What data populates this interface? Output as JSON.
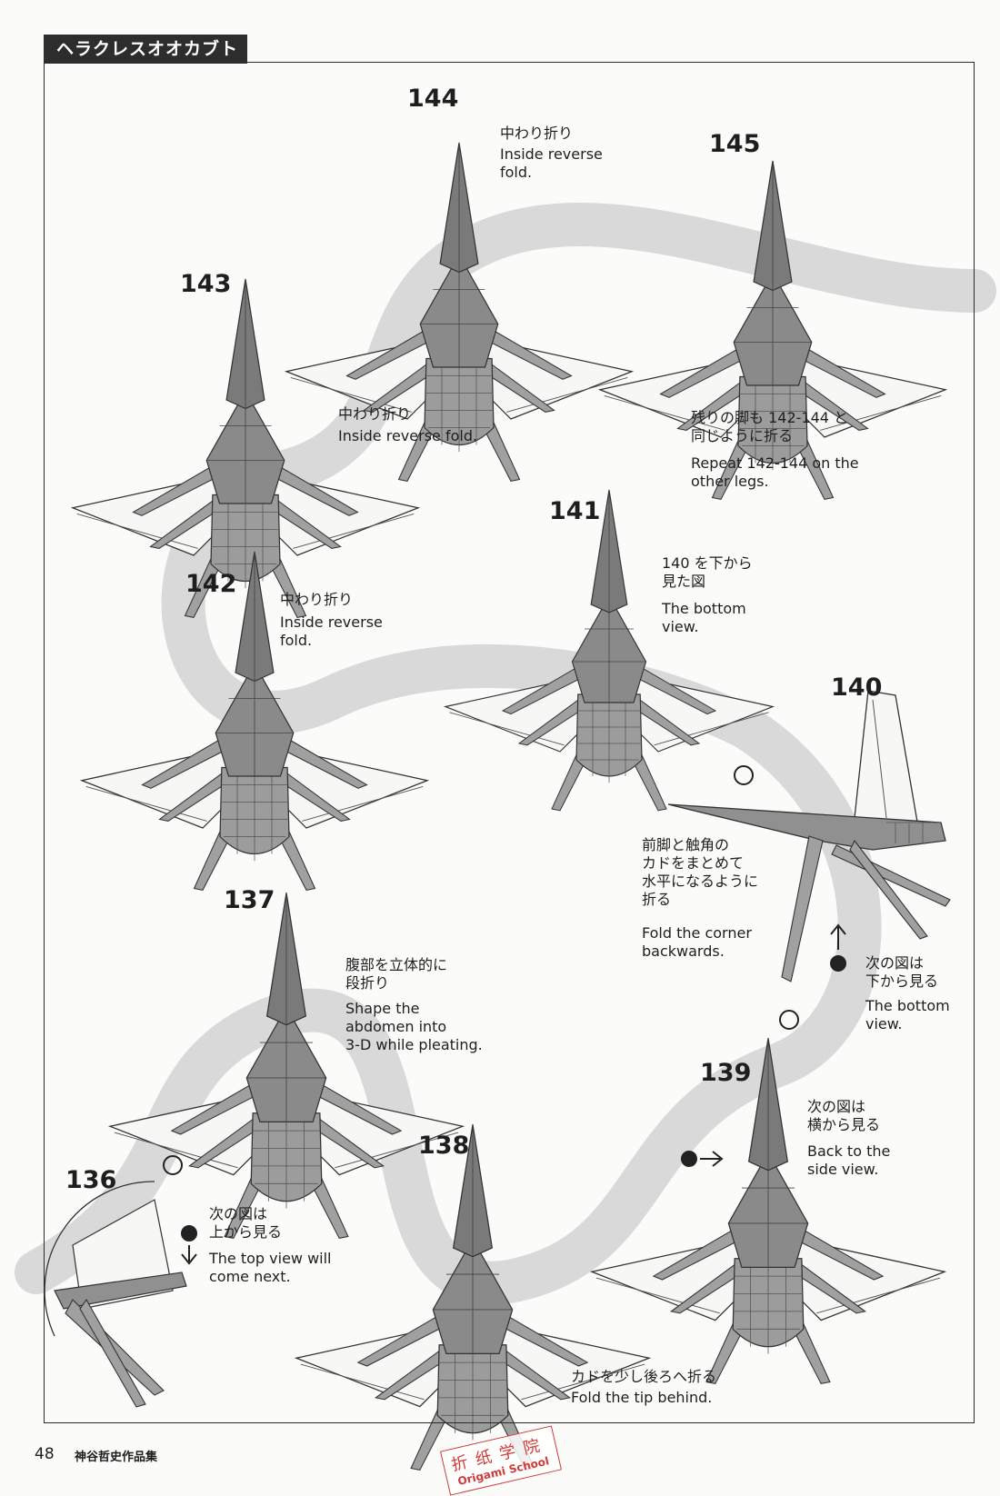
{
  "header": {
    "title": "ヘラクレスオオカブト"
  },
  "steps": [
    {
      "number": "144",
      "ja": "中わり折り",
      "en": "Inside reverse\nfold."
    },
    {
      "number": "145",
      "ja": "残りの脚も 142-144 と\n同じように折る",
      "en": "Repeat 142-144 on the\nother legs."
    },
    {
      "number": "143",
      "ja": "中わり折り",
      "en": "Inside reverse fold."
    },
    {
      "number": "141",
      "ja": "140 を下から\n見た図",
      "en": "The bottom\nview."
    },
    {
      "number": "142",
      "ja": "中わり折り",
      "en": "Inside reverse\nfold."
    },
    {
      "number": "140",
      "ja": "前脚と触角の\nカドをまとめて\n水平になるように\n折る",
      "en": "Fold the corner\nbackwards.",
      "note_ja": "次の図は\n下から見る",
      "note_en": "The bottom\nview."
    },
    {
      "number": "137",
      "ja": "腹部を立体的に\n段折り",
      "en": "Shape the\nabdomen into\n3-D while pleating."
    },
    {
      "number": "139",
      "ja": "次の図は\n横から見る",
      "en": "Back to the\nside view."
    },
    {
      "number": "138",
      "ja": "カドを少し後ろへ折る",
      "en": "Fold the tip behind."
    },
    {
      "number": "136",
      "ja": "次の図は\n上から見る",
      "en": "The top view will\ncome next."
    }
  ],
  "footer": {
    "page_number": "48",
    "book_title": "神谷哲史作品集"
  },
  "stamp": {
    "zh": "折纸学院",
    "en": "Origami School"
  },
  "colors": {
    "paper": "#a0a0a0",
    "paper_dark": "#6e6e6e",
    "path": "#d9d9d9",
    "line": "#2a2a2a",
    "stamp": "#d23a3a"
  }
}
